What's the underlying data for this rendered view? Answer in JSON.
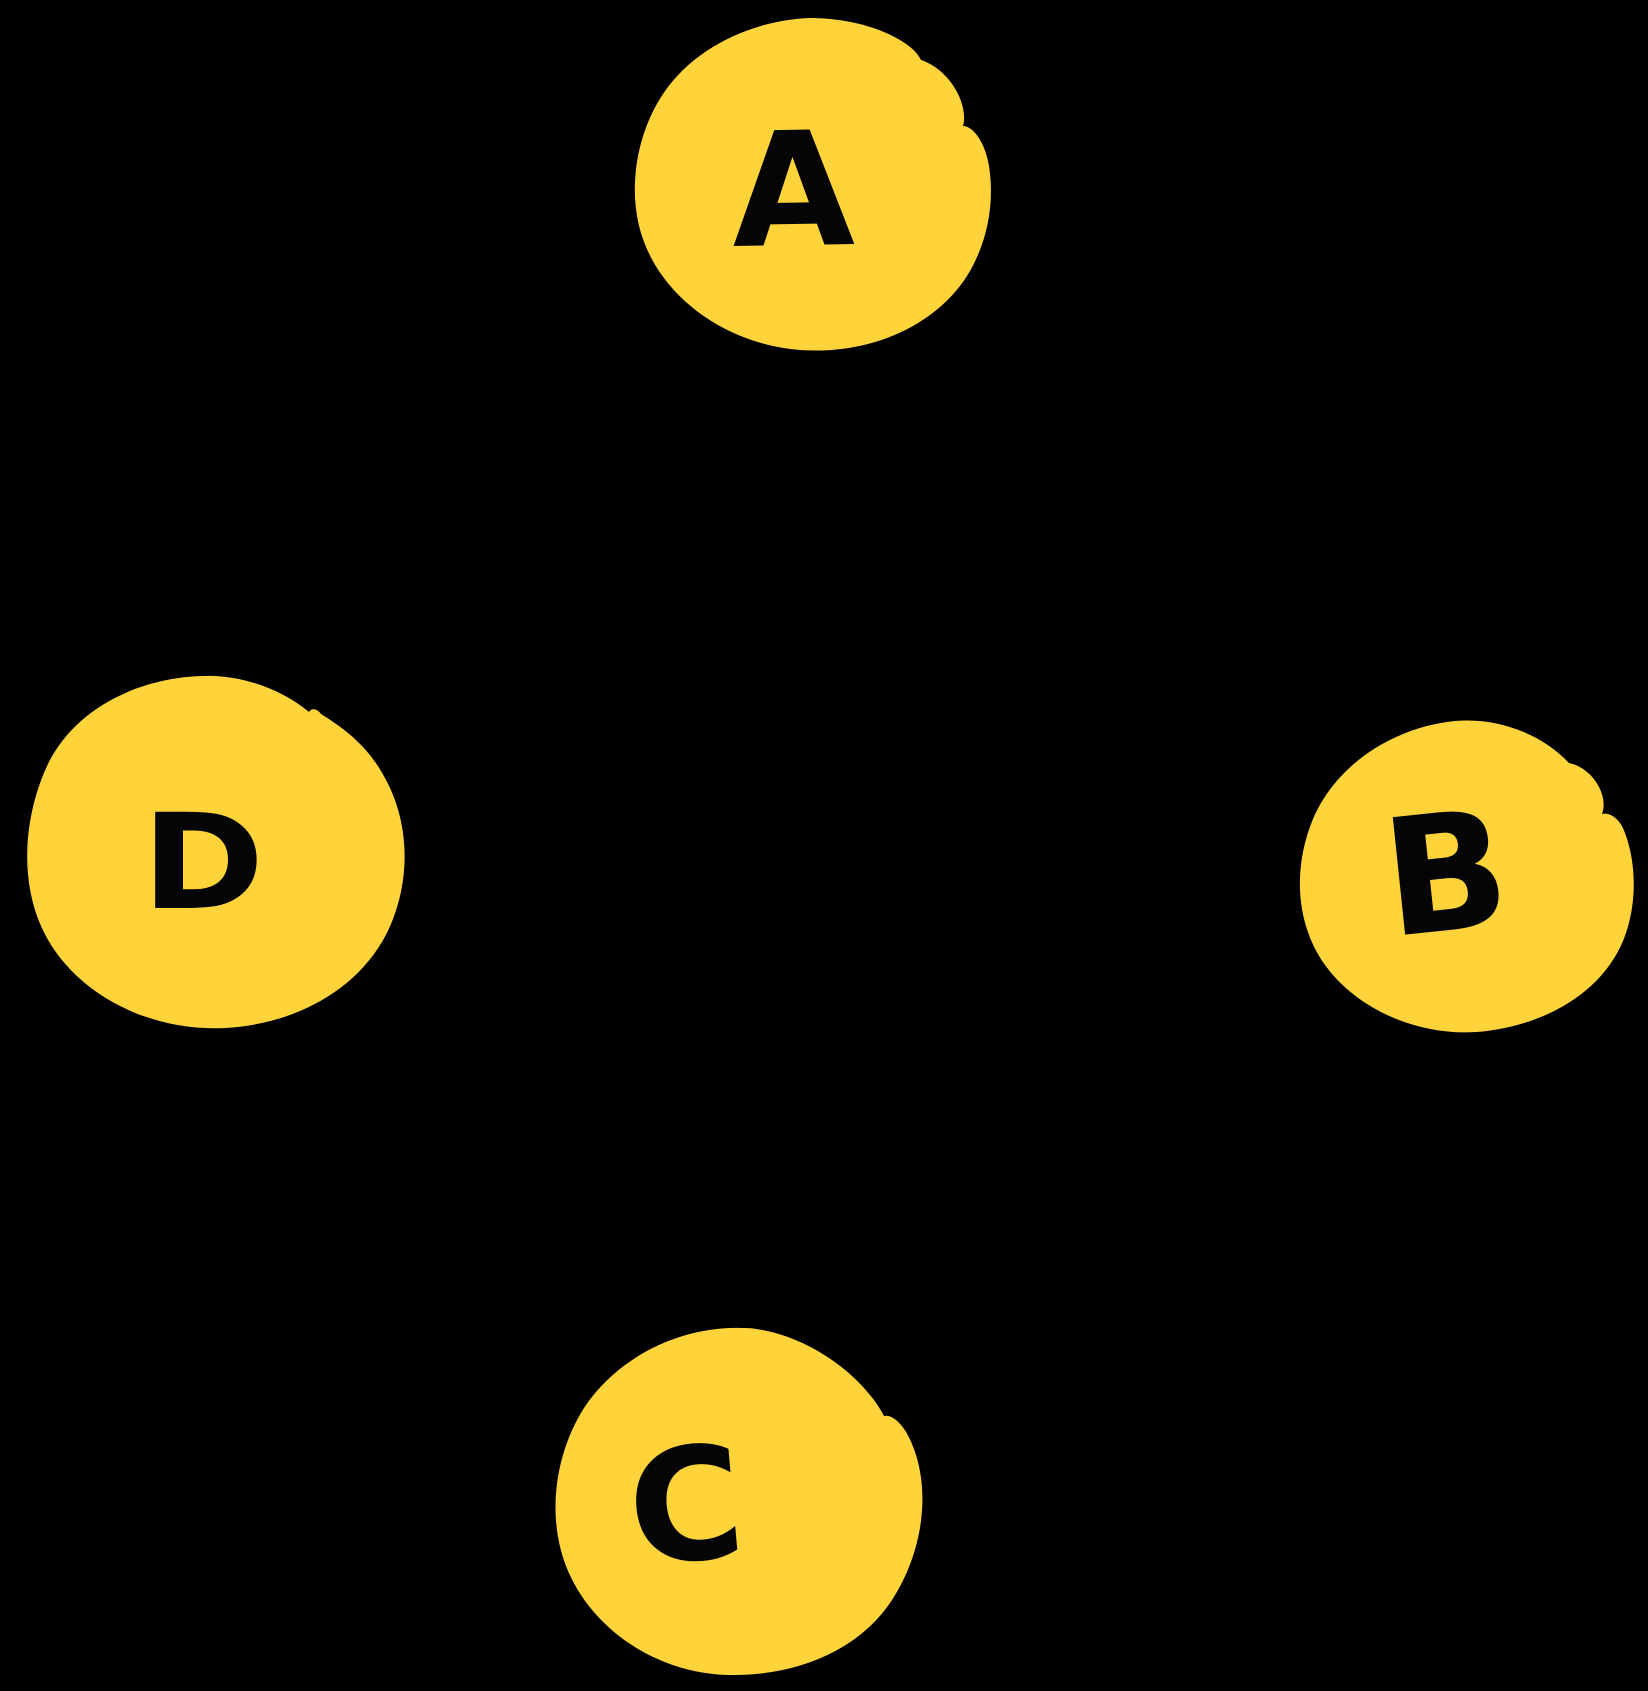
{
  "diagram": {
    "description": "Four hand-drawn circular nodes on a black background",
    "node_count": 4
  },
  "nodes": [
    {
      "id": "node-a",
      "label": "A",
      "position": "top"
    },
    {
      "id": "node-b",
      "label": "B",
      "position": "right"
    },
    {
      "id": "node-c",
      "label": "C",
      "position": "bottom"
    },
    {
      "id": "node-d",
      "label": "D",
      "position": "left"
    }
  ],
  "colors": {
    "background": "#000000",
    "node_fill": "#ffd43b",
    "node_label": "#050505"
  }
}
